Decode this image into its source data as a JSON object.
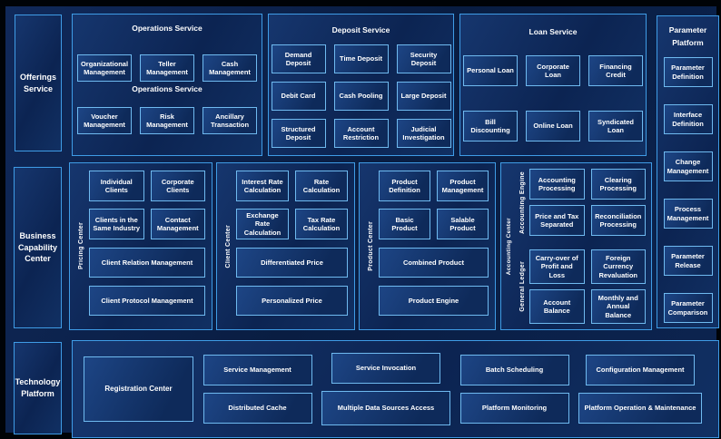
{
  "side": {
    "offerings": "Offerings Service",
    "business": "Business Capability Center",
    "technology": "Technology Platform"
  },
  "operations": {
    "title": "Operations Service",
    "sublabel": "Operations Service",
    "row1": [
      "Organizational Management",
      "Teller Management",
      "Cash Management"
    ],
    "row2": [
      "Voucher Management",
      "Risk Management",
      "Ancillary Transaction"
    ]
  },
  "deposit": {
    "title": "Deposit Service",
    "items": [
      "Demand Deposit",
      "Time Deposit",
      "Security Deposit",
      "Debit Card",
      "Cash Pooling",
      "Large Deposit",
      "Structured Deposit",
      "Account Restriction",
      "Judicial Investigation"
    ]
  },
  "loan": {
    "title": "Loan Service",
    "items": [
      "Personal Loan",
      "Corporate Loan",
      "Financing Credit",
      "Bill Discounting",
      "Online Loan",
      "Syndicated Loan"
    ]
  },
  "parameter": {
    "title": "Parameter Platform",
    "items": [
      "Parameter Definition",
      "Interface Definition",
      "Change Management",
      "Process Management",
      "Parameter Release",
      "Parameter Comparison"
    ]
  },
  "pricing": {
    "vlabel": "Pricing Center",
    "small": [
      "Individual Clients",
      "Corporate Clients",
      "Clients in the Same Industry",
      "Contact Management"
    ],
    "wide": [
      "Client Relation Management",
      "Client Protocol Management"
    ]
  },
  "client": {
    "vlabel": "Client Center",
    "small": [
      "Interest Rate Calculation",
      "Rate Calculation",
      "Exchange Rate Calculation",
      "Tax Rate Calculation"
    ],
    "wide": [
      "Differentiated Price",
      "Personalized Price"
    ]
  },
  "product": {
    "vlabel": "Product Center",
    "small": [
      "Product Definition",
      "Product Management",
      "Basic Product",
      "Salable Product"
    ],
    "wide": [
      "Combined Product",
      "Product Engine"
    ]
  },
  "accounting": {
    "outer_vlabel": "Accounting Center",
    "engine": {
      "vlabel": "Accounting Engine",
      "items": [
        "Accounting Processing",
        "Clearing Processing",
        "Price and Tax Separated",
        "Reconciliation Processing"
      ]
    },
    "ledger": {
      "vlabel": "General Ledger",
      "items": [
        "Carry-over of Profit and Loss",
        "Foreign Currency Revaluation",
        "Account Balance",
        "Monthly and Annual Balance"
      ]
    }
  },
  "technology_platform": {
    "registration": "Registration Center",
    "items": [
      "Service Management",
      "Distributed Cache",
      "Service Invocation",
      "Multiple Data Sources Access",
      "Batch Scheduling",
      "Platform Monitoring",
      "Configuration Management",
      "Platform Operation & Maintenance"
    ]
  },
  "colors": {
    "page_margin": "#000307",
    "canvas": "#0a2048",
    "panel_border": "#3f9ce6",
    "box_border": "#6fbaf0",
    "text": "#ffffff"
  }
}
